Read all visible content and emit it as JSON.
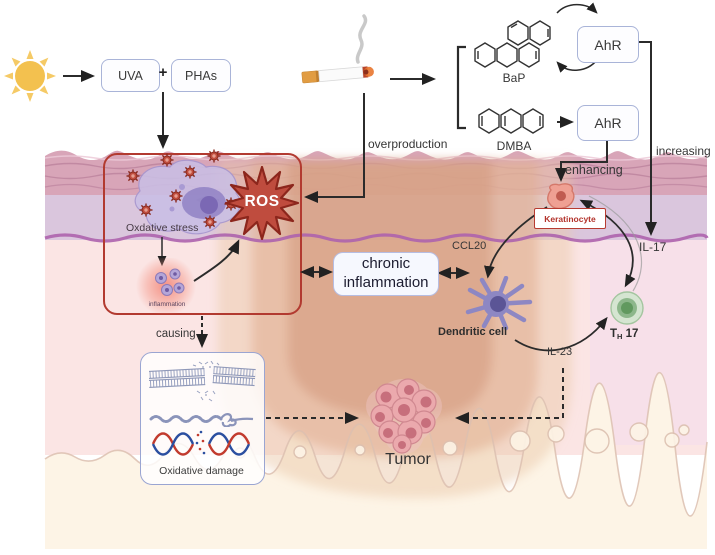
{
  "sources": {
    "uva_label": "UVA",
    "plus": "+",
    "phas_label": "PHAs"
  },
  "pathway_labels": {
    "overproduction": "overproduction",
    "increasing": "increasing",
    "enhancing": "enhancing",
    "causing": "causing"
  },
  "chemicals": {
    "bap_label": "BaP",
    "dmba_label": "DMBA",
    "ahr_top_label": "AhR",
    "ahr_bottom_label": "AhR"
  },
  "skin_panel": {
    "ros_label": "ROS",
    "oxidative_stress_label": "Oxdative stress",
    "inflammation_label": "inflammation"
  },
  "chronic_box": {
    "label": "chronic inflammation"
  },
  "cytokines": {
    "ccl20": "CCL20",
    "il17": "IL-17",
    "il23": "IL-23"
  },
  "cells": {
    "keratinocyte_label": "Keratinocyte",
    "dendritic_label": "Dendritic cell",
    "th17_prefix": "T",
    "th17_sub": "H",
    "th17_suffix": "17"
  },
  "damage_box": {
    "label": "Oxidative damage"
  },
  "tumor_label": "Tumor",
  "colors": {
    "accent_red": "#b23a30",
    "ros_fill": "#bf4c3e",
    "box_border": "#a9b4d8",
    "purple_line": "#ad63ad",
    "skin_epidermis": "#d8a5b8",
    "skin_lavender": "#dac6dd",
    "skin_dermis": "#fbe5e4",
    "skin_subcutis": "#fdf4e6"
  }
}
